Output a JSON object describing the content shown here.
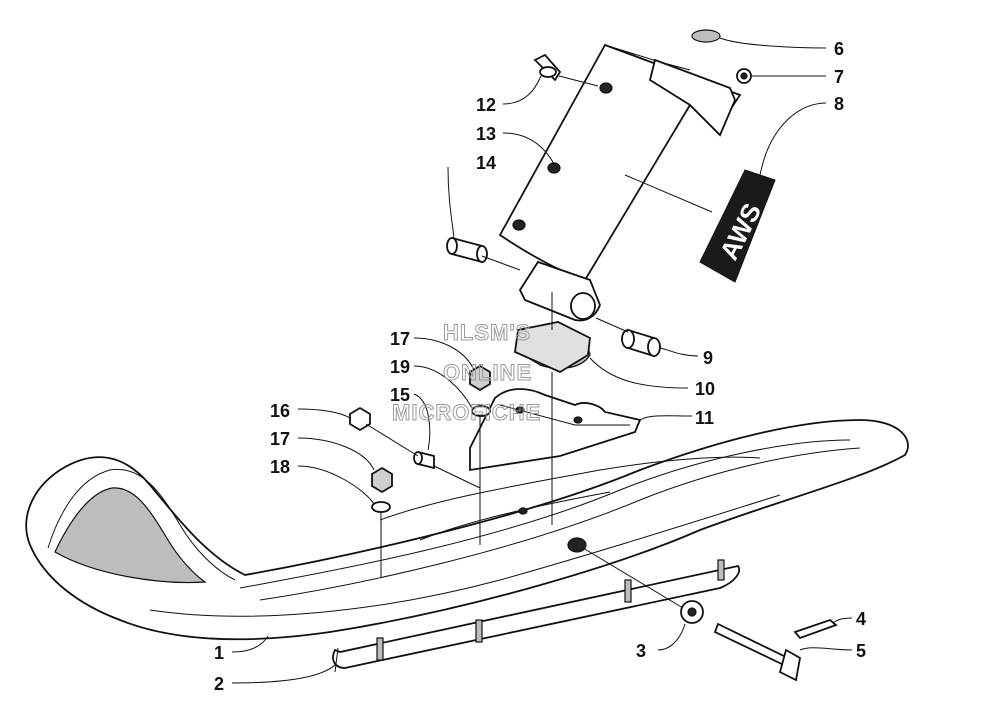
{
  "callouts": [
    {
      "id": "1",
      "label": "1"
    },
    {
      "id": "2",
      "label": "2"
    },
    {
      "id": "3",
      "label": "3"
    },
    {
      "id": "4",
      "label": "4"
    },
    {
      "id": "5",
      "label": "5"
    },
    {
      "id": "6",
      "label": "6"
    },
    {
      "id": "7",
      "label": "7"
    },
    {
      "id": "8",
      "label": "8"
    },
    {
      "id": "9",
      "label": "9"
    },
    {
      "id": "10",
      "label": "10"
    },
    {
      "id": "11",
      "label": "11"
    },
    {
      "id": "12",
      "label": "12"
    },
    {
      "id": "13",
      "label": "13"
    },
    {
      "id": "14",
      "label": "14"
    },
    {
      "id": "15",
      "label": "15"
    },
    {
      "id": "16",
      "label": "16"
    },
    {
      "id": "17a",
      "label": "17"
    },
    {
      "id": "17b",
      "label": "17"
    },
    {
      "id": "18",
      "label": "18"
    },
    {
      "id": "19",
      "label": "19"
    }
  ],
  "watermark": [
    "HLSM'S",
    "ONLINE",
    "MICROFICHE"
  ],
  "decal": {
    "text": "AWS"
  }
}
